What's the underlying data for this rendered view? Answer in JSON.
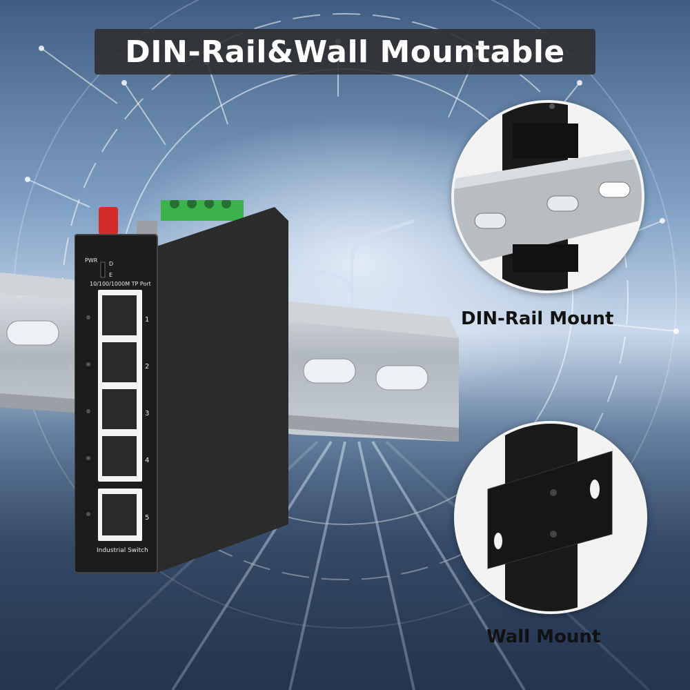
{
  "title": "DIN-Rail&Wall Mountable",
  "captions": {
    "din_rail": "DIN-Rail Mount",
    "wall": "Wall Mount"
  },
  "device": {
    "indicator_pwr": "PWR",
    "indicator_d": "D",
    "indicator_e": "E",
    "port_header": "10/100/1000M TP Port",
    "ports": [
      "1",
      "2",
      "3",
      "4",
      "5"
    ],
    "footer": "Industrial Switch"
  },
  "colors": {
    "title_bg": "#2d2d2d",
    "title_text": "#ffffff",
    "device_body": "#1c1c1c",
    "terminal_green": "#3bb34a",
    "antenna_red": "#d42a2a",
    "rail_metal": "#b9bec4"
  }
}
